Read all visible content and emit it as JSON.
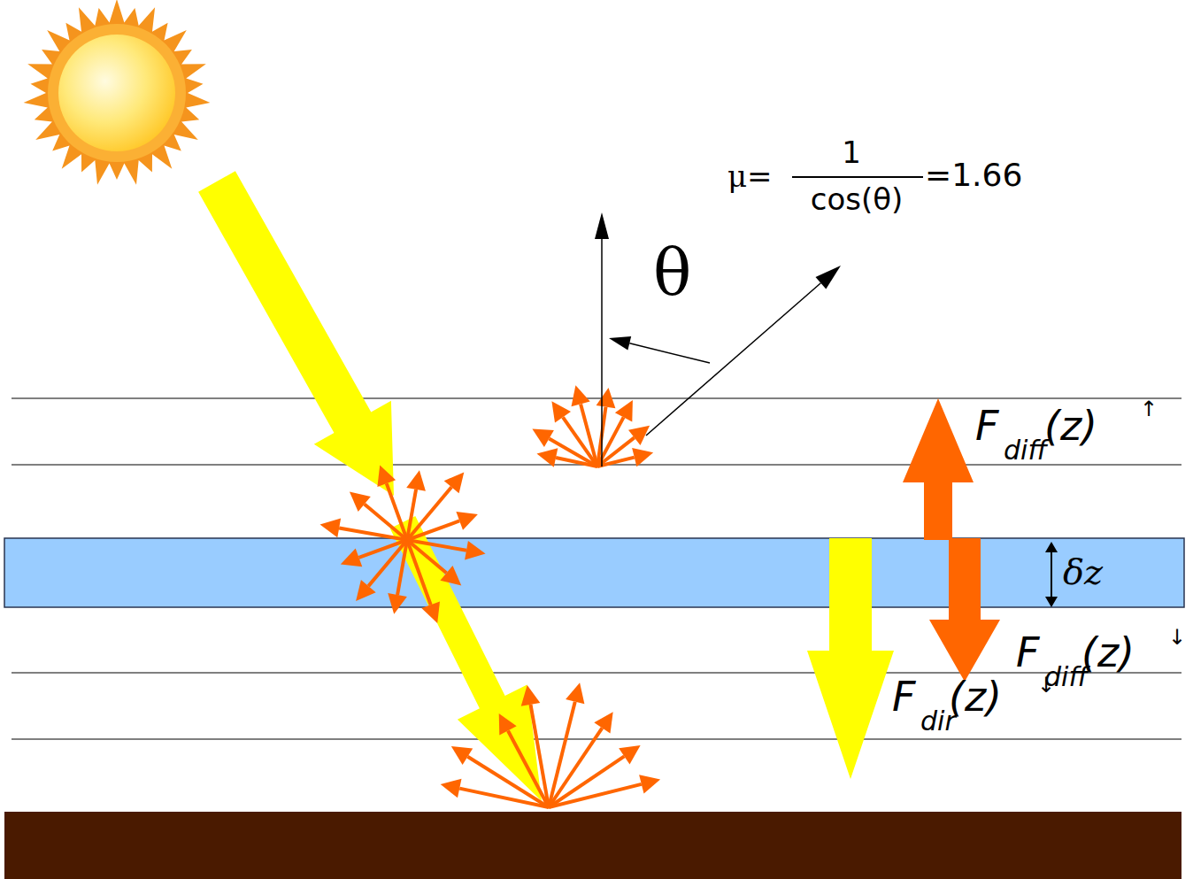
{
  "diagram": {
    "nodes": [
      {
        "text": [
          "δz"
        ]
      }
    ],
    "labels": [
      "μ=",
      "1",
      "cos(θ)",
      "=1.66",
      "θ",
      "F",
      "diff",
      "(z)",
      "↑",
      "F",
      "diff",
      "(z)",
      "↓",
      "F",
      "dir",
      "(z)",
      "↓"
    ]
  }
}
